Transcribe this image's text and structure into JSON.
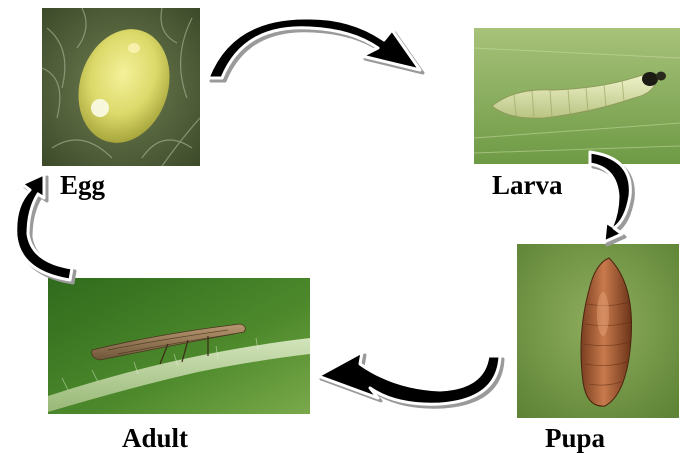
{
  "diagram": {
    "stages": [
      {
        "id": "egg",
        "label": "Egg"
      },
      {
        "id": "larva",
        "label": "Larva"
      },
      {
        "id": "pupa",
        "label": "Pupa"
      },
      {
        "id": "adult",
        "label": "Adult"
      }
    ],
    "cycle_order": [
      "egg",
      "larva",
      "pupa",
      "adult"
    ],
    "colors": {
      "background": "#ffffff",
      "arrow_fill": "#000000",
      "arrow_highlight": "#ffffff",
      "arrow_shadow": "#9a9a9a",
      "label_text": "#000000"
    }
  }
}
